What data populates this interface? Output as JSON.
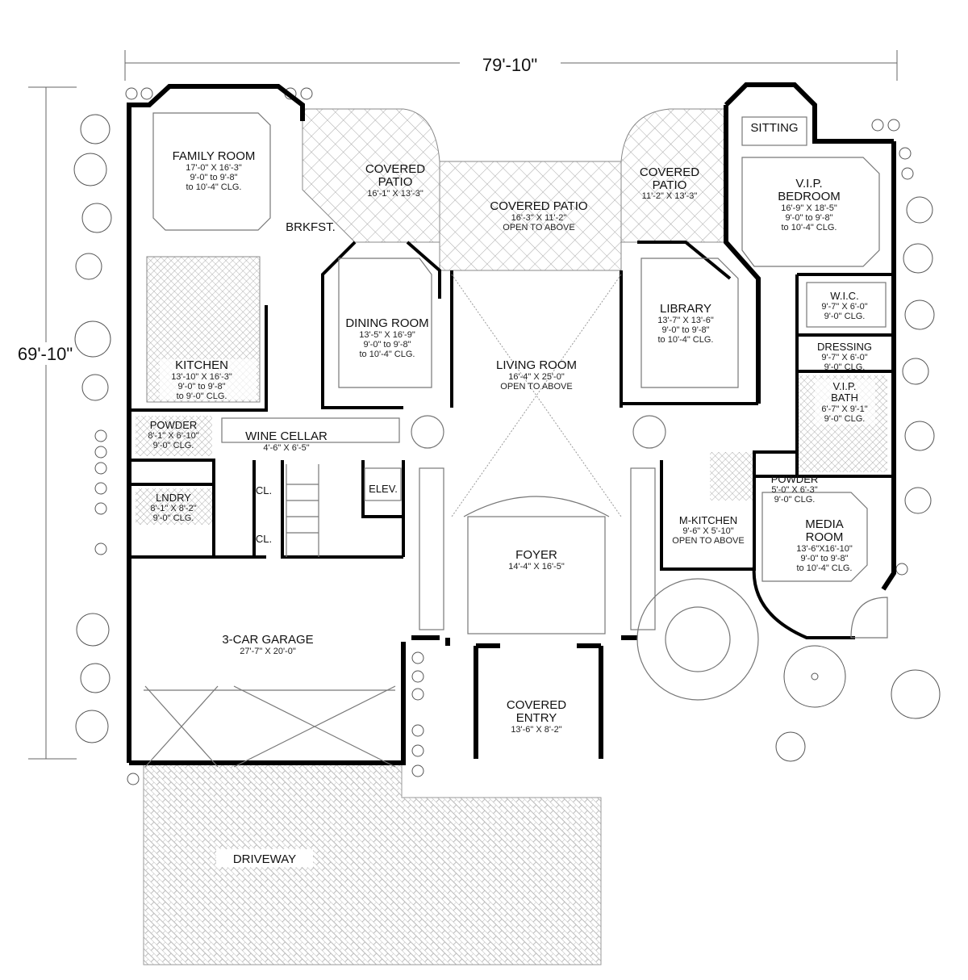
{
  "dimensions": {
    "width": "79'-10\"",
    "depth": "69'-10\""
  },
  "rooms": {
    "family_room": {
      "name": "FAMILY ROOM",
      "lines": [
        "17'-0\" X 16'-3\"",
        "9'-0\" to 9'-8\"",
        "to 10'-4\" CLG."
      ]
    },
    "patio_left": {
      "name": [
        "COVERED",
        "PATIO"
      ],
      "lines": [
        "16'-1\" X 13'-3\""
      ]
    },
    "patio_center": {
      "name": "COVERED PATIO",
      "lines": [
        "16'-3\" X 11'-2\"",
        "OPEN TO ABOVE"
      ]
    },
    "patio_right": {
      "name": [
        "COVERED",
        "PATIO"
      ],
      "lines": [
        "11'-2\" X 13'-3\""
      ]
    },
    "sitting": {
      "name": "SITTING"
    },
    "vip_bedroom": {
      "name": [
        "V.I.P.",
        "BEDROOM"
      ],
      "lines": [
        "16'-9\" X 18'-5\"",
        "9'-0\" to 9'-8\"",
        "to 10'-4\" CLG."
      ]
    },
    "breakfast": {
      "name": "BRKFST."
    },
    "kitchen": {
      "name": "KITCHEN",
      "lines": [
        "13'-10\" X 16'-3\"",
        "9'-0\" to 9'-8\"",
        "to 9'-0\" CLG."
      ]
    },
    "dining_room": {
      "name": "DINING ROOM",
      "lines": [
        "13'-5\" X 16'-9\"",
        "9'-0\" to 9'-8\"",
        "to 10'-4\" CLG."
      ]
    },
    "living_room": {
      "name": "LIVING ROOM",
      "lines": [
        "16'-4\" X 25'-0\"",
        "OPEN TO ABOVE"
      ]
    },
    "library": {
      "name": "LIBRARY",
      "lines": [
        "13'-7\" X 13'-6\"",
        "9'-0\" to 9'-8\"",
        "to 10'-4\" CLG."
      ]
    },
    "wic": {
      "name": "W.I.C.",
      "lines": [
        "9'-7\" X 6'-0\"",
        "9'-0\" CLG."
      ]
    },
    "dressing": {
      "name": "DRESSING",
      "lines": [
        "9'-7\" X 6'-0\"",
        "9'-0\" CLG."
      ]
    },
    "vip_bath": {
      "name": [
        "V.I.P.",
        "BATH"
      ],
      "lines": [
        "6'-7\" X 9'-1\"",
        "9'-0\" CLG."
      ]
    },
    "powder_left": {
      "name": "POWDER",
      "lines": [
        "8'-1\" X 6'-10\"",
        "9'-0\" CLG."
      ]
    },
    "wine_cellar": {
      "name": "WINE CELLAR",
      "lines": [
        "4'-6\" X 6'-5\""
      ]
    },
    "closet_1": {
      "name": "CL."
    },
    "closet_2": {
      "name": "CL."
    },
    "elevator": {
      "name": "ELEV."
    },
    "laundry": {
      "name": "LNDRY",
      "lines": [
        "8'-1\" X 8'-2\"",
        "9'-0\" CLG."
      ]
    },
    "powder_right": {
      "name": "POWDER",
      "lines": [
        "5'-0\" X 6'-3\"",
        "9'-0\" CLG."
      ]
    },
    "m_kitchen": {
      "name": "M-KITCHEN",
      "lines": [
        "9'-6\" X 5'-10\"",
        "OPEN TO ABOVE"
      ]
    },
    "media_room": {
      "name": [
        "MEDIA",
        "ROOM"
      ],
      "lines": [
        "13'-6\"X16'-10\"",
        "9'-0\" to 9'-8\"",
        "to 10'-4\" CLG."
      ]
    },
    "foyer": {
      "name": "FOYER",
      "lines": [
        "14'-4\" X 16'-5\""
      ]
    },
    "garage": {
      "name": "3-CAR GARAGE",
      "lines": [
        "27'-7\" X 20'-0\""
      ]
    },
    "covered_entry": {
      "name": [
        "COVERED",
        "ENTRY"
      ],
      "lines": [
        "13'-6\" X 8'-2\""
      ]
    },
    "driveway": {
      "name": "DRIVEWAY"
    }
  }
}
